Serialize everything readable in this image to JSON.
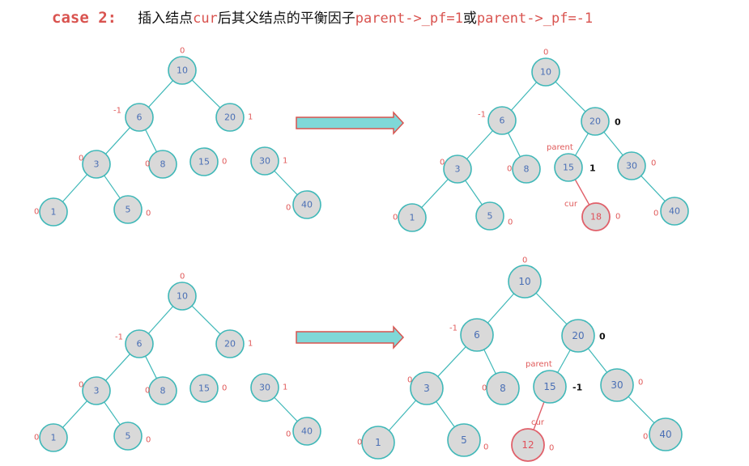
{
  "title": {
    "case_label": "case 2:",
    "part1": "插入结点",
    "part2": "cur",
    "part3": "后其父结点的平衡因子",
    "part4": "parent->_pf=1",
    "part5": "或",
    "part6": "parent->_pf=-1"
  },
  "diagrams": [
    {
      "id": "top-before",
      "nodes": [
        {
          "key": "10",
          "bf": "0"
        },
        {
          "key": "6",
          "bf": "-1"
        },
        {
          "key": "20",
          "bf": "1"
        },
        {
          "key": "3",
          "bf": "0"
        },
        {
          "key": "8",
          "bf": "0"
        },
        {
          "key": "15",
          "bf": "0"
        },
        {
          "key": "30",
          "bf": "1"
        },
        {
          "key": "1",
          "bf": "0"
        },
        {
          "key": "5",
          "bf": "0"
        },
        {
          "key": "40",
          "bf": "0"
        }
      ]
    },
    {
      "id": "top-after",
      "nodes": [
        {
          "key": "10",
          "bf": "0"
        },
        {
          "key": "6",
          "bf": "-1"
        },
        {
          "key": "20",
          "bf": "0"
        },
        {
          "key": "3",
          "bf": "0"
        },
        {
          "key": "8",
          "bf": "0"
        },
        {
          "key": "15",
          "bf": "1",
          "tag": "parent"
        },
        {
          "key": "30",
          "bf": "0"
        },
        {
          "key": "1",
          "bf": "0"
        },
        {
          "key": "5",
          "bf": "0"
        },
        {
          "key": "18",
          "bf": "0",
          "tag": "cur"
        },
        {
          "key": "40",
          "bf": "0"
        }
      ]
    },
    {
      "id": "bottom-before",
      "nodes": [
        {
          "key": "10",
          "bf": "0"
        },
        {
          "key": "6",
          "bf": "-1"
        },
        {
          "key": "20",
          "bf": "1"
        },
        {
          "key": "3",
          "bf": "0"
        },
        {
          "key": "8",
          "bf": "0"
        },
        {
          "key": "15",
          "bf": "0"
        },
        {
          "key": "30",
          "bf": "1"
        },
        {
          "key": "1",
          "bf": "0"
        },
        {
          "key": "5",
          "bf": "0"
        },
        {
          "key": "40",
          "bf": "0"
        }
      ]
    },
    {
      "id": "bottom-after",
      "nodes": [
        {
          "key": "10",
          "bf": "0"
        },
        {
          "key": "6",
          "bf": "-1"
        },
        {
          "key": "20",
          "bf": "0"
        },
        {
          "key": "3",
          "bf": "0"
        },
        {
          "key": "8",
          "bf": "0"
        },
        {
          "key": "15",
          "bf": "-1",
          "tag": "parent"
        },
        {
          "key": "30",
          "bf": "0"
        },
        {
          "key": "1",
          "bf": "0"
        },
        {
          "key": "5",
          "bf": "0"
        },
        {
          "key": "12",
          "bf": "0",
          "tag": "cur"
        },
        {
          "key": "40",
          "bf": "0"
        }
      ]
    }
  ],
  "colors": {
    "node_fill": "#d9d9d9",
    "node_stroke": "#3fb8b8",
    "node_text": "#4a6fb5",
    "highlight": "#e0606a",
    "arrow_fill": "#7fd8d8"
  }
}
